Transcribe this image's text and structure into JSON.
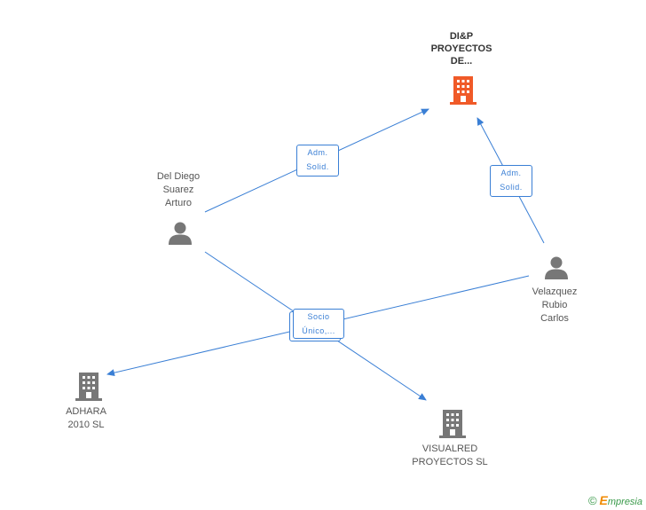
{
  "nodes": {
    "dip": {
      "label_lines": [
        "DI&P",
        "PROYECTOS",
        "DE..."
      ],
      "type": "company-main"
    },
    "del_diego": {
      "label_lines": [
        "Del Diego",
        "Suarez",
        "Arturo"
      ],
      "type": "person"
    },
    "velazquez": {
      "label_lines": [
        "Velazquez",
        "Rubio",
        "Carlos"
      ],
      "type": "person"
    },
    "adhara": {
      "label_lines": [
        "ADHARA",
        "2010 SL"
      ],
      "type": "company"
    },
    "visualred": {
      "label_lines": [
        "VISUALRED",
        "PROYECTOS SL"
      ],
      "type": "company"
    }
  },
  "edges": {
    "adm1": {
      "lines": [
        "Adm.",
        "Solid."
      ]
    },
    "adm2": {
      "lines": [
        "Adm.",
        "Solid."
      ]
    },
    "socio": {
      "lines": [
        "Socio",
        "Único,..."
      ]
    }
  },
  "colors": {
    "edge": "#3a7fd5",
    "main_company": "#f05a28",
    "node": "#777777"
  },
  "brand": {
    "copyright": "©",
    "name_initial": "E",
    "name_rest": "mpresia"
  }
}
